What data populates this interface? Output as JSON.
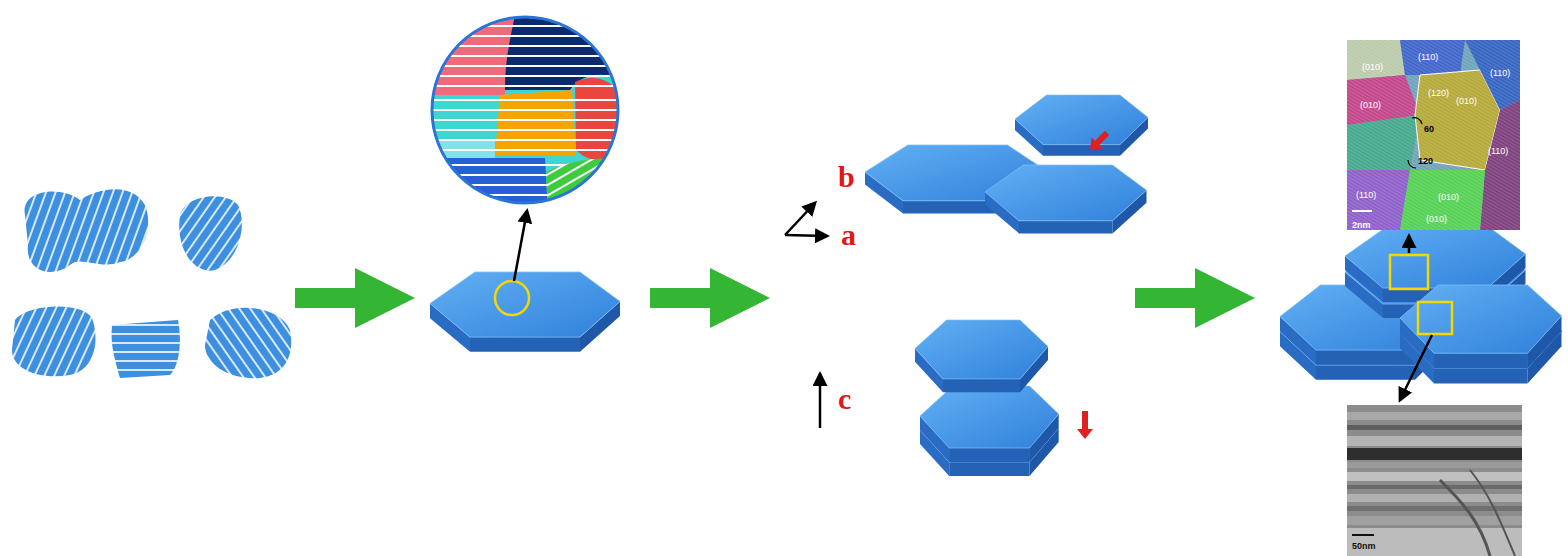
{
  "diagram": {
    "labels": [
      "b",
      "a",
      "c",
      "(010)",
      "(110)",
      "(010)",
      "(120)",
      "(010)",
      "(110)",
      "60",
      "120",
      "(110)",
      "(010)",
      "(110)",
      "(010)",
      "2nm",
      "50nm"
    ]
  }
}
